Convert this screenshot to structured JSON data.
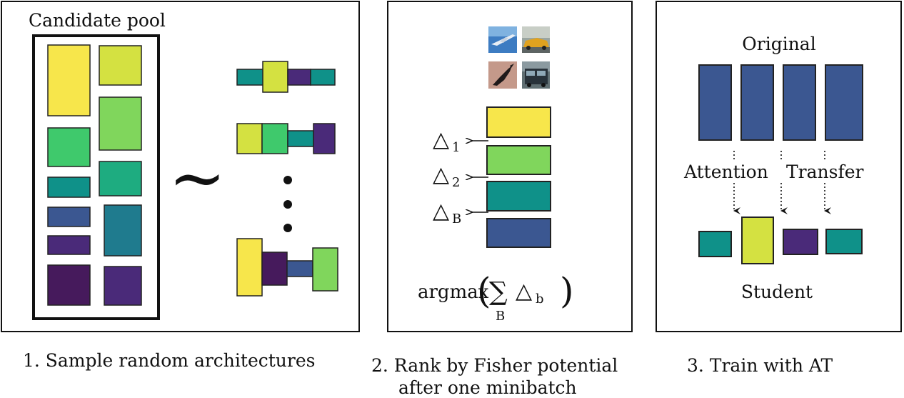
{
  "colors": {
    "yellow": "#f7e64b",
    "yellow_green": "#d4e141",
    "light_green": "#80d65c",
    "green": "#3fc96c",
    "green_teal": "#1eac80",
    "teal": "#0f9189",
    "blue_teal": "#1f7b8e",
    "blue": "#3b5791",
    "purple": "#4a2a79",
    "dark_purple": "#461a5c",
    "frame": "#111111"
  },
  "panel1": {
    "pool_label": "Candidate pool",
    "tilde": "~",
    "caption": "1. Sample random architectures"
  },
  "panel2": {
    "images": [
      "airplane",
      "car",
      "bird",
      "truck"
    ],
    "deltas": [
      {
        "symbol": "△",
        "sub": "1"
      },
      {
        "symbol": "△",
        "sub": "2"
      },
      {
        "symbol": "△",
        "sub": "B"
      }
    ],
    "formula": {
      "fn": "argmax",
      "sum": "∑",
      "sum_sub": "B",
      "term": "△",
      "term_sub": "b"
    },
    "caption_line1": "2. Rank by Fisher potential",
    "caption_line2": "after one minibatch"
  },
  "panel3": {
    "original_label": "Original",
    "attention_label": "Attention",
    "transfer_label": "Transfer",
    "student_label": "Student",
    "caption": "3. Train with AT"
  }
}
